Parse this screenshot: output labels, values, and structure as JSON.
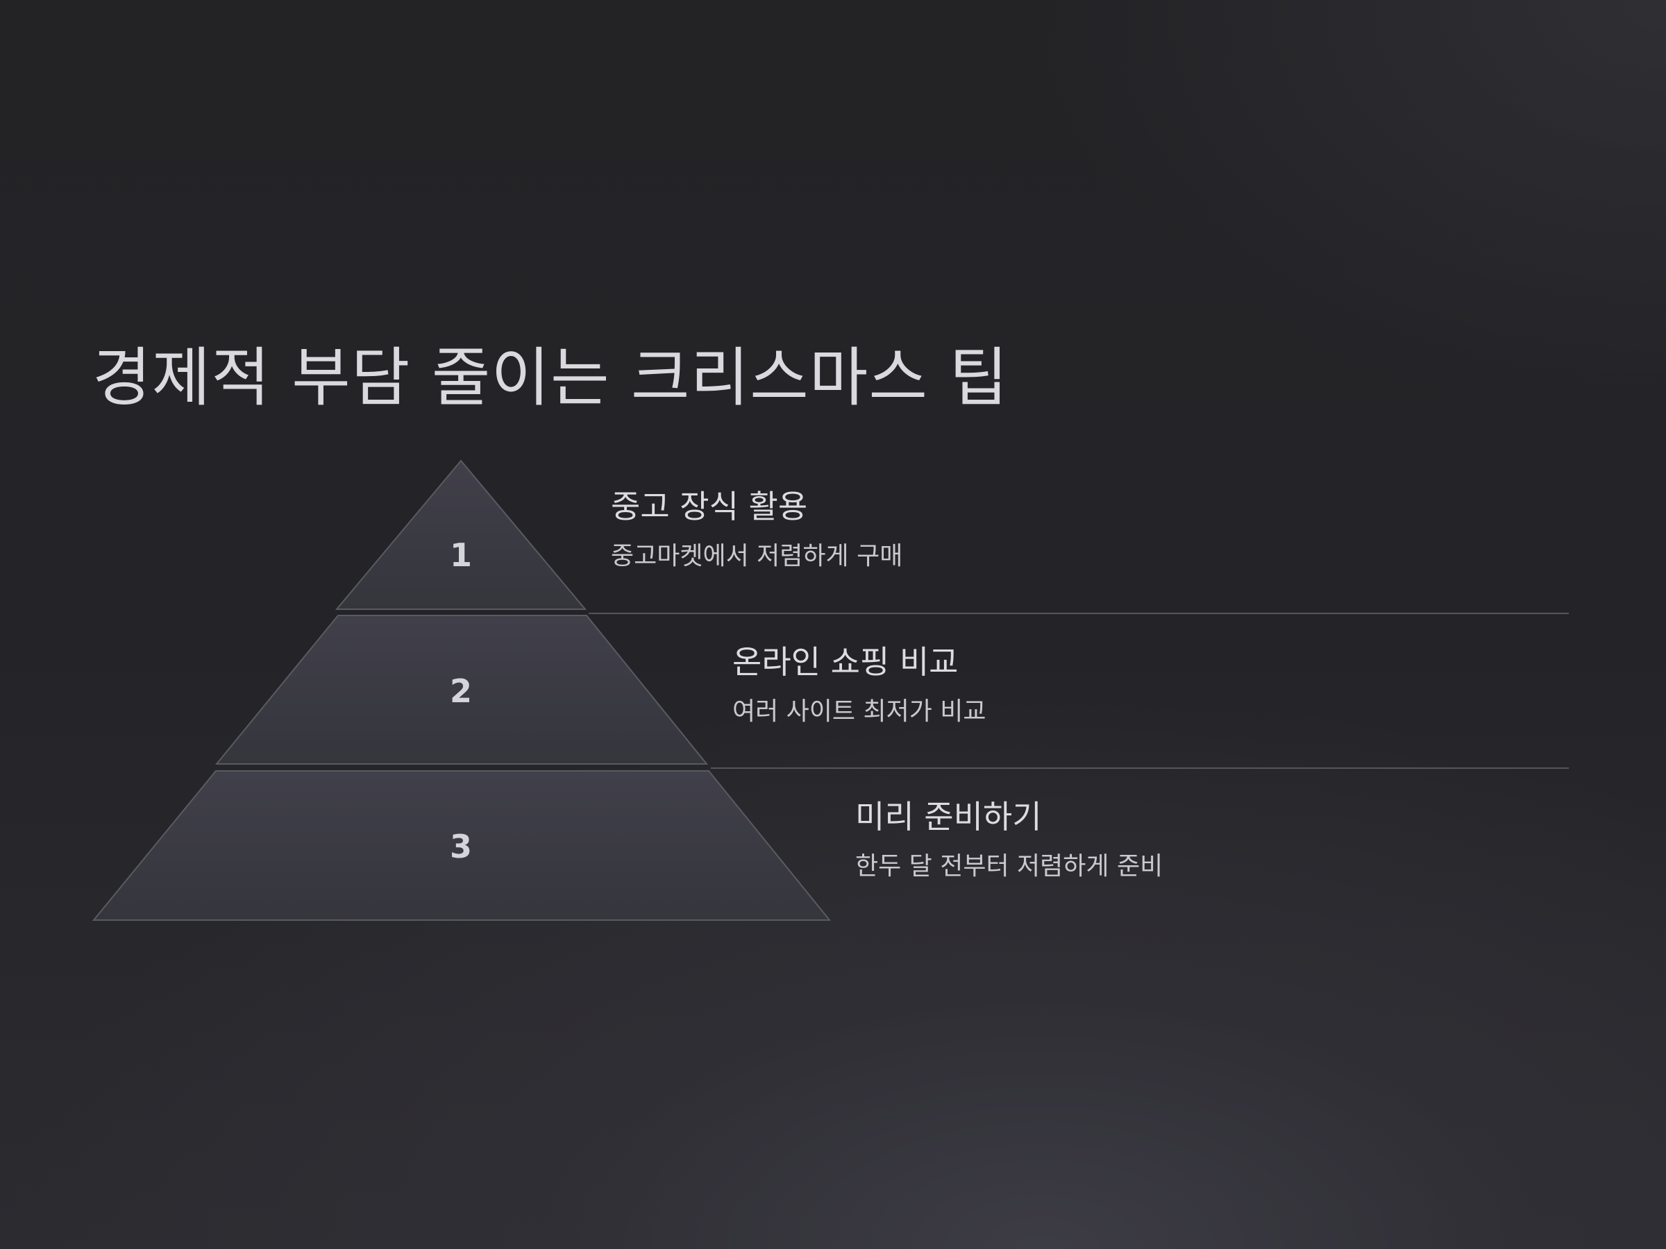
{
  "title": "경제적 부담 줄이는 크리스마스 팁",
  "tiers": [
    {
      "number": "1",
      "heading": "중고 장식 활용",
      "description": "중고마켓에서 저렴하게 구매"
    },
    {
      "number": "2",
      "heading": "온라인 쇼핑 비교",
      "description": "여러 사이트 최저가 비교"
    },
    {
      "number": "3",
      "heading": "미리 준비하기",
      "description": "한두 달 전부터 저렴하게 준비"
    }
  ],
  "colors": {
    "tier_fill": "#3b3b43",
    "tier_stroke": "#5a5a62",
    "divider": "#55555c"
  }
}
